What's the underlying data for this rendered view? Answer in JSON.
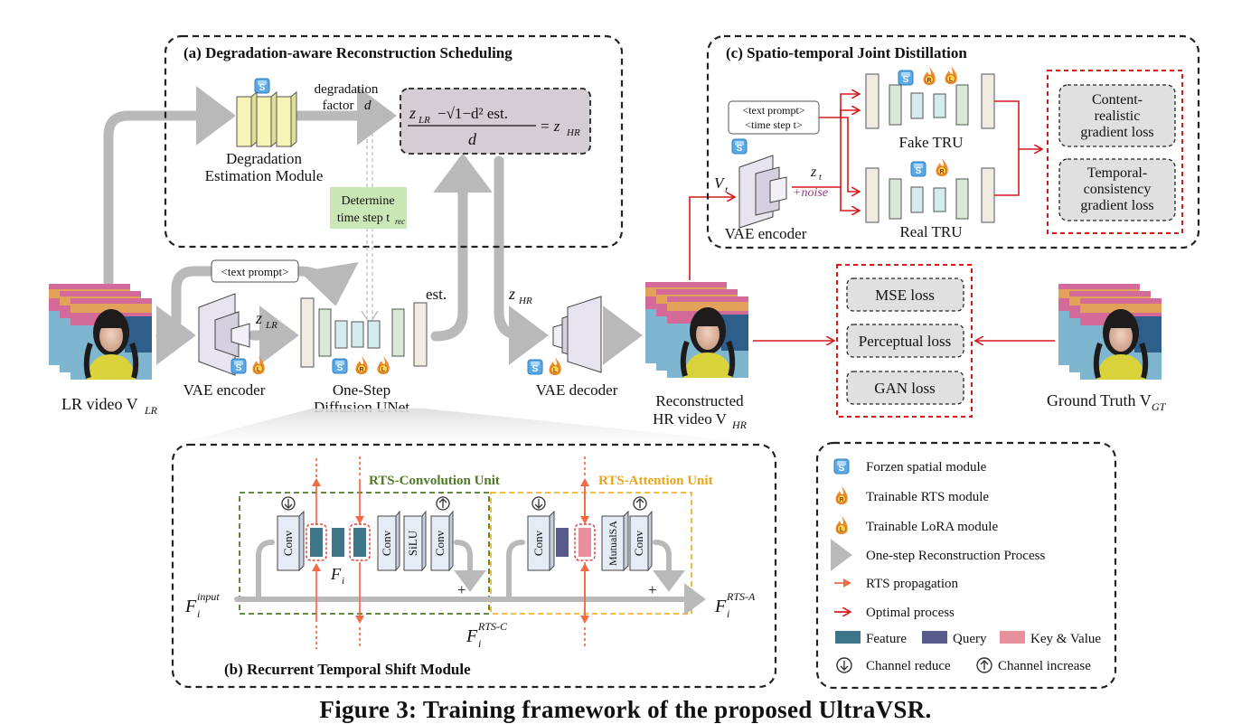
{
  "caption": "Figure 3: Training framework of the proposed UltraVSR.",
  "panel_a": {
    "title": "(a) Degradation-aware Reconstruction Scheduling",
    "degradation_factor_label": "degradation",
    "factor_d_label": "factor",
    "d_symbol": "d",
    "formula_num_a": "z",
    "formula_num_sub": "LR",
    "formula_sqrt": "−√1−d² est.",
    "formula_den": "d",
    "formula_rhs": "= z",
    "formula_rhs_sub": "HR",
    "module_line1": "Degradation",
    "module_line2": "Estimation Module",
    "determine_line1": "Determine",
    "determine_line2": "time step t",
    "determine_sub": "rec"
  },
  "panel_b": {
    "title": "(b) Recurrent Temporal Shift Module",
    "conv_unit_label": "RTS-Convolution Unit",
    "attn_unit_label": "RTS-Attention Unit",
    "conv": "Conv",
    "silu": "SiLU",
    "mutualsa": "MutualSA",
    "fi": "F",
    "fi_sub": "i",
    "input_label": "F",
    "input_sup": "input",
    "input_sub": "i",
    "rtsc_label": "F",
    "rtsc_sup": "RTS-C",
    "rtsc_sub": "i",
    "rtsa_label": "F",
    "rtsa_sup": "RTS-A",
    "rtsa_sub": "i",
    "plus": "+"
  },
  "panel_c": {
    "title": "(c) Spatio-temporal Joint Distillation",
    "prompt_line1": "<text prompt>",
    "prompt_line2": "<time step t>",
    "vt": "V",
    "vt_sub": "t",
    "zt": "z",
    "zt_sub": "t",
    "noise": "+noise",
    "vae_encoder": "VAE encoder",
    "fake_tru": "Fake TRU",
    "real_tru": "Real TRU",
    "loss1_l1": "Content-",
    "loss1_l2": "realistic",
    "loss1_l3": "gradient loss",
    "loss2_l1": "Temporal-",
    "loss2_l2": "consistency",
    "loss2_l3": "gradient loss"
  },
  "main": {
    "lr_label": "LR video V",
    "lr_sub": "LR",
    "vae_encoder": "VAE encoder",
    "text_prompt": "<text prompt>",
    "zlr": "z",
    "zlr_sub": "LR",
    "unet_line1": "One-Step",
    "unet_line2": "Diffusion UNet",
    "est": "est.",
    "zhr": "z",
    "zhr_sub": "HR",
    "vae_decoder": "VAE decoder",
    "recon_line1": "Reconstructed",
    "recon_line2": "HR video V",
    "recon_sub": "HR",
    "gt_label": "Ground Truth V",
    "gt_sub": "GT",
    "losses": [
      "MSE loss",
      "Perceptual loss",
      "GAN loss"
    ]
  },
  "legend": {
    "items": [
      "Forzen spatial module",
      "Trainable RTS module",
      "Trainable LoRA module",
      "One-step Reconstruction Process",
      "RTS propagation",
      "Optimal process"
    ],
    "feature": "Feature",
    "query": "Query",
    "keyvalue": "Key & Value",
    "reduce": "Channel reduce",
    "increase": "Channel increase"
  },
  "colors": {
    "gray_arrow": "#b9b9b9",
    "red": "#d7191c",
    "orange": "#f26b45",
    "green_dash": "#4f7a28",
    "yellow_dash": "#f2b227",
    "feature": "#3e7589",
    "query": "#585a8c",
    "keyvalue": "#e8909b"
  }
}
